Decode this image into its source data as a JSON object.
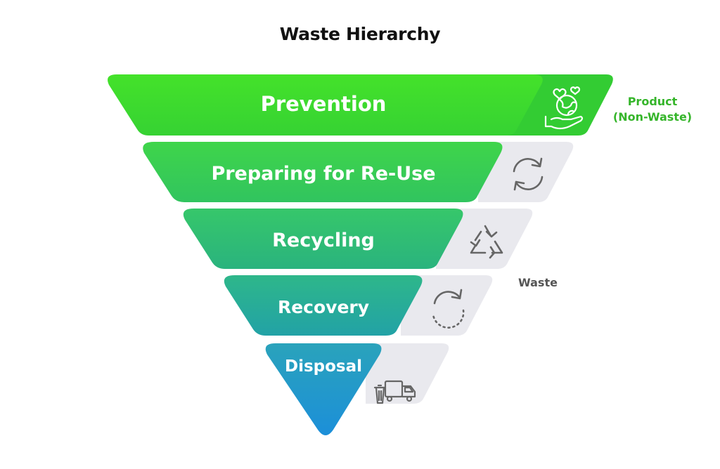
{
  "title": "Waste Hierarchy",
  "levels": [
    {
      "label": "Prevention",
      "icon": "hand-globe-hearts-icon",
      "color_light": "#43e02b",
      "color_dark": "#2fc63a"
    },
    {
      "label": "Preparing for Re-Use",
      "icon": "refresh-arrows-icon",
      "color_light": "#3dd34a",
      "color_dark": "#2ebf66"
    },
    {
      "label": "Recycling",
      "icon": "recycle-icon",
      "color_light": "#33c56d",
      "color_dark": "#27b07f"
    },
    {
      "label": "Recovery",
      "icon": "circular-arrow-icon",
      "color_light": "#2bb38d",
      "color_dark": "#249fa1"
    },
    {
      "label": "Disposal",
      "icon": "garbage-truck-icon",
      "color_light": "#2a8fc6",
      "color_dark": "#1f8fd8"
    }
  ],
  "side_labels": {
    "product": "Product\n(Non-Waste)",
    "product_color": "#35b52a",
    "waste": "Waste",
    "waste_color": "#555555"
  },
  "colors": {
    "tab_background": "#e9e9ee",
    "icon_stroke": "#666666",
    "prevention_icon_stroke": "#ffffff",
    "prevention_tab": "#34cc33"
  }
}
